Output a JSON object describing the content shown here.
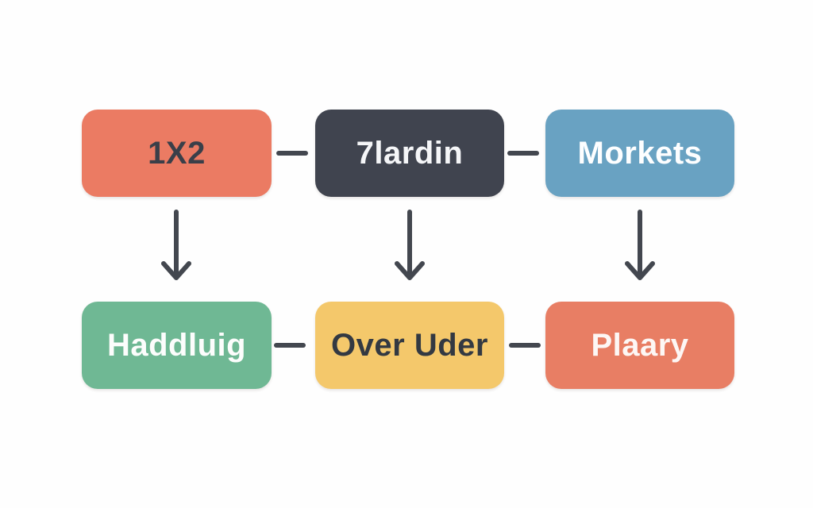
{
  "canvas": {
    "background": "#fefefe"
  },
  "connector": {
    "color": "#43474f"
  },
  "nodes": {
    "top": [
      {
        "label": "1X2",
        "bg": "#eb7b63",
        "fg": "#3a3f49"
      },
      {
        "label": "7lardin",
        "bg": "#40444f",
        "fg": "#f5f6f8"
      },
      {
        "label": "Morkets",
        "bg": "#69a2c2",
        "fg": "#fdfeff"
      }
    ],
    "bottom": [
      {
        "label": "Haddluig",
        "bg": "#6fb894",
        "fg": "#fcfdfc"
      },
      {
        "label": "Over Uder",
        "bg": "#f4c86b",
        "fg": "#333942"
      },
      {
        "label": "Plaary",
        "bg": "#e87e64",
        "fg": "#fdf7f5"
      }
    ]
  }
}
